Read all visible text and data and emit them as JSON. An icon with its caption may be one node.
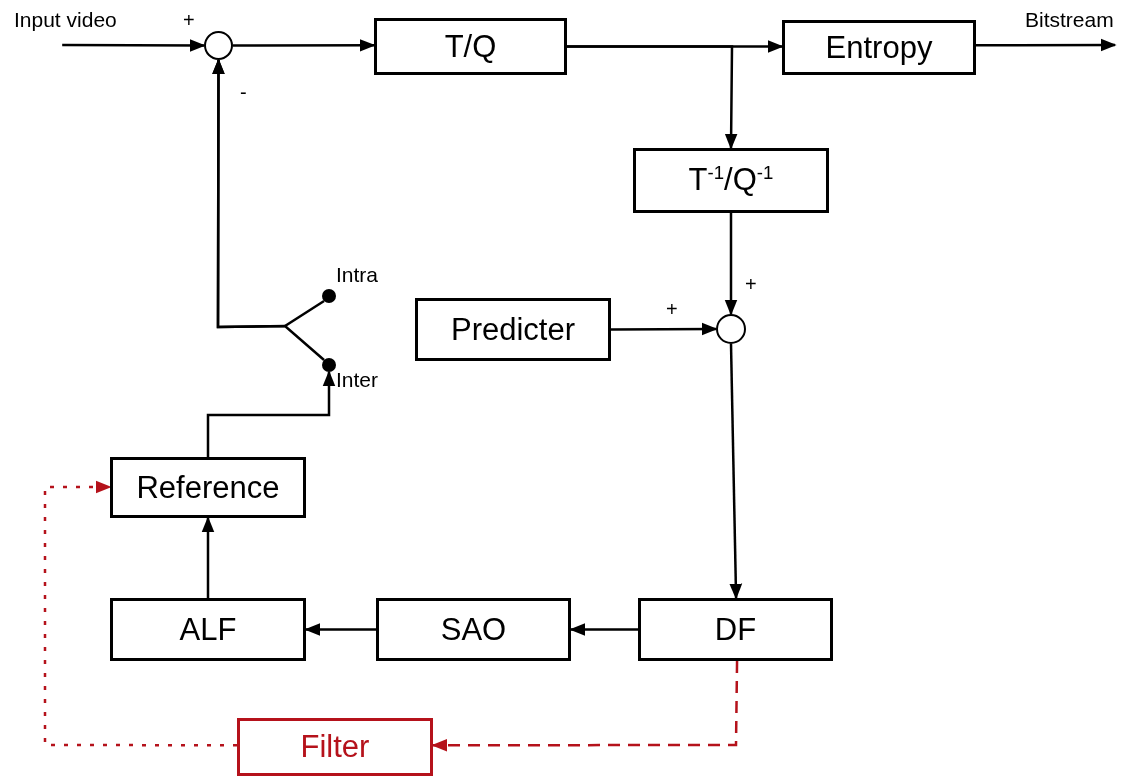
{
  "diagram": {
    "nodes": [
      {
        "text": [
          "Input video"
        ]
      },
      {
        "text": [],
        "shape": "circle"
      },
      {
        "text": [
          "T/Q"
        ]
      },
      {
        "text": [
          "Entropy"
        ]
      },
      {
        "text": [
          "Bitstream"
        ]
      },
      {
        "text": [
          "T$^{-1}$/Q$^{-1}$"
        ]
      },
      {
        "text": [
          "Predicter"
        ]
      },
      {
        "text": [],
        "shape": "circle"
      },
      {
        "text": [],
        "shape": "dot",
        "beside": [
          "Intra"
        ]
      },
      {
        "text": [],
        "shape": "dot",
        "beside": [
          "Inter"
        ]
      },
      {
        "text": [
          "Reference"
        ]
      },
      {
        "text": [
          "ALF"
        ]
      },
      {
        "text": [
          "SAO"
        ]
      },
      {
        "text": [
          "DF"
        ]
      },
      {
        "text": [
          "Filter"
        ]
      }
    ],
    "edges": [
      {
        "from": 0,
        "to": 1,
        "arrow": "to"
      },
      {
        "from": 1,
        "to": 2,
        "arrow": "to"
      },
      {
        "from": 2,
        "to": 3,
        "arrow": "to"
      },
      {
        "from": 3,
        "to": 4,
        "arrow": "to"
      },
      {
        "from": 2,
        "to": 5,
        "arrow": "to"
      },
      {
        "from": 5,
        "to": 7,
        "arrow": "to"
      },
      {
        "from": 6,
        "to": 7,
        "arrow": "to"
      },
      {
        "from": 7,
        "to": 13,
        "arrow": "to"
      },
      {
        "from": 13,
        "to": 12,
        "arrow": "to"
      },
      {
        "from": 12,
        "to": 11,
        "arrow": "to"
      },
      {
        "from": 11,
        "to": 10,
        "arrow": "to"
      },
      {
        "from": 10,
        "to": 9,
        "arrow": "to"
      },
      {
        "from": 8,
        "to": 1,
        "arrow": "to"
      },
      {
        "from": 9,
        "to": 1,
        "arrow": "to"
      },
      {
        "from": 13,
        "to": 14,
        "arrow": "to",
        "style": "dashed",
        "color": "#b5121b"
      },
      {
        "from": 14,
        "to": 10,
        "arrow": "to",
        "style": "dashed",
        "color": "#b5121b"
      }
    ],
    "labels": [
      "+",
      "-",
      "+",
      "+"
    ]
  }
}
